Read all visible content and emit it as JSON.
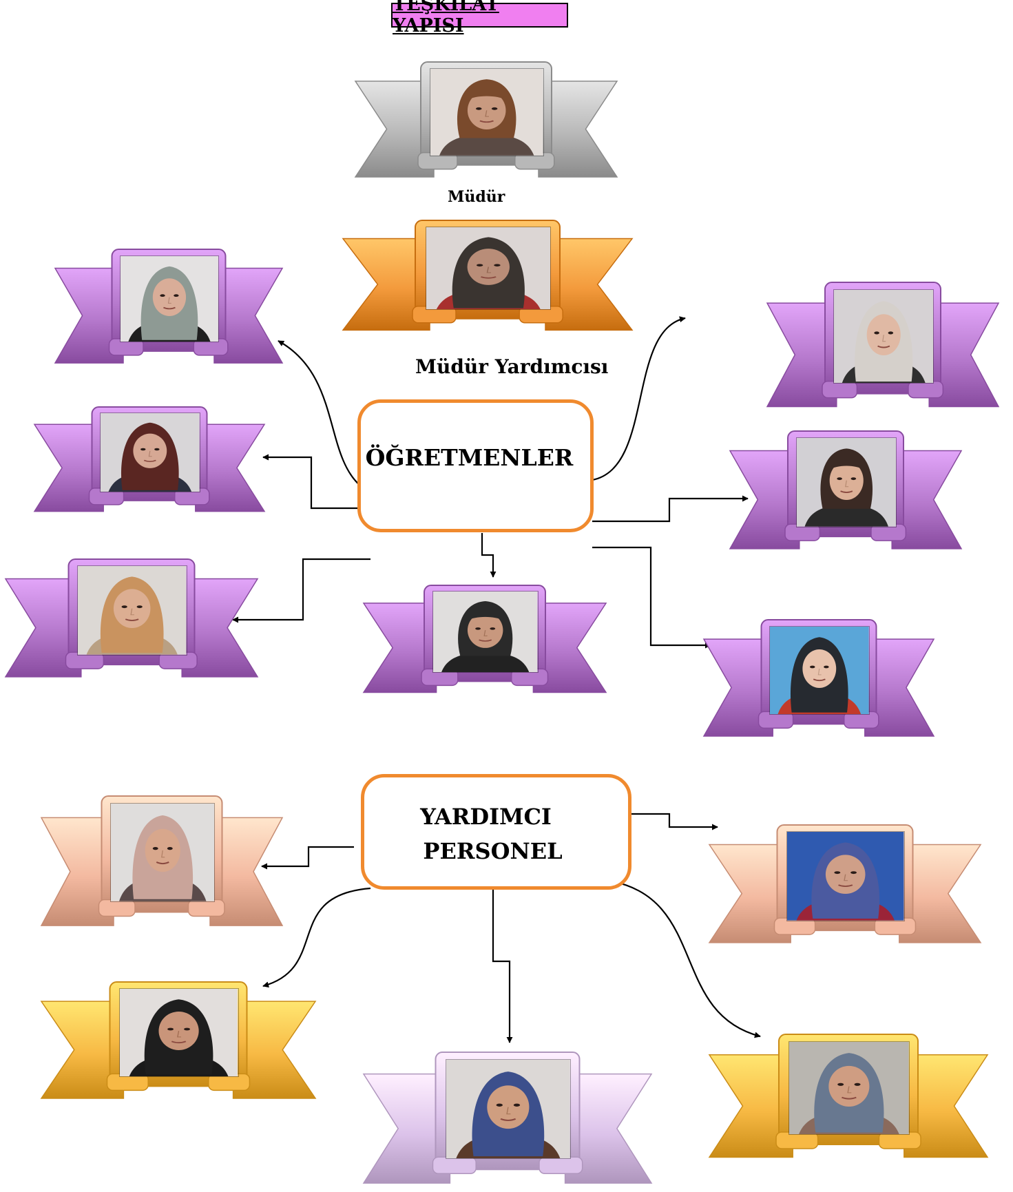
{
  "title": "TEŞKİLAT YAPISI",
  "captions": {
    "mudur": "Müdür",
    "mudur_yardimcisi": "Müdür Yardımcısı"
  },
  "hubs": {
    "teachers": "ÖĞRETMENLER",
    "support_line1": "YARDIMCI",
    "support_line2": "PERSONEL"
  },
  "colors": {
    "silver": "#b8b8b8",
    "orange": "#f39a3c",
    "purple": "#b578cc",
    "peach": "#f3b9a0",
    "gold": "#f7b944",
    "lavender": "#dcc3ea",
    "hub_border": "#f08a2e",
    "title_bg": "#f07ff0"
  },
  "portraits": [
    {
      "id": "mudur",
      "theme": "silver",
      "bg": "#e3ddd9",
      "skin": "#c99a80",
      "scarf": "#7a4a2c",
      "shirt": "#5a4a44",
      "style": "hair"
    },
    {
      "id": "mudur-yardimcisi",
      "theme": "orange",
      "bg": "#dcd6d4",
      "skin": "#b98d78",
      "scarf": "#3a3430",
      "shirt": "#a8302e",
      "style": "hijab"
    },
    {
      "id": "teacher-1",
      "theme": "purple",
      "bg": "#e4e2e2",
      "skin": "#d9ad98",
      "scarf": "#8e9a94",
      "shirt": "#1f1f1f",
      "style": "hijab"
    },
    {
      "id": "teacher-2",
      "theme": "purple",
      "bg": "#d8d6d8",
      "skin": "#d6a894",
      "scarf": "#5a2622",
      "shirt": "#2c3040",
      "style": "hijab"
    },
    {
      "id": "teacher-3",
      "theme": "purple",
      "bg": "#dcd8d4",
      "skin": "#dcae92",
      "scarf": "#c9935f",
      "shirt": "#b9a083",
      "style": "hijab"
    },
    {
      "id": "teacher-4",
      "theme": "purple",
      "bg": "#e0dedd",
      "skin": "#c8987e",
      "scarf": "#2a2a2a",
      "shirt": "#222222",
      "style": "hair"
    },
    {
      "id": "teacher-5",
      "theme": "purple",
      "bg": "#d6d2d4",
      "skin": "#e0b9a4",
      "scarf": "#d5d0cb",
      "shirt": "#2f2f2f",
      "style": "hijab"
    },
    {
      "id": "teacher-6",
      "theme": "purple",
      "bg": "#d2d0d4",
      "skin": "#dcb097",
      "scarf": "#3b2a24",
      "shirt": "#2a2a2a",
      "style": "hair"
    },
    {
      "id": "teacher-7",
      "theme": "purple",
      "bg": "#5aa6d8",
      "skin": "#e8c2ac",
      "scarf": "#262a30",
      "shirt": "#c23a2a",
      "style": "hijab"
    },
    {
      "id": "support-1",
      "theme": "peach",
      "bg": "#dfdddc",
      "skin": "#d8a78c",
      "scarf": "#c9a49a",
      "shirt": "#5a4a4a",
      "style": "hijab"
    },
    {
      "id": "support-2",
      "theme": "peach",
      "bg": "#2f5ab0",
      "skin": "#cf9f88",
      "scarf": "#4b5aa0",
      "shirt": "#9b2438",
      "style": "hijab"
    },
    {
      "id": "support-3",
      "theme": "gold",
      "bg": "#e2dedc",
      "skin": "#c9957a",
      "scarf": "#1e1e1e",
      "shirt": "#1a1a1a",
      "style": "hijab"
    },
    {
      "id": "support-4",
      "theme": "lavender",
      "bg": "#dcd8d6",
      "skin": "#cf9e80",
      "scarf": "#3c4f8c",
      "shirt": "#5a3a2a",
      "style": "hijab"
    },
    {
      "id": "support-5",
      "theme": "gold",
      "bg": "#b9b6b0",
      "skin": "#cf9d82",
      "scarf": "#687890",
      "shirt": "#8a6a5c",
      "style": "hijab"
    }
  ]
}
